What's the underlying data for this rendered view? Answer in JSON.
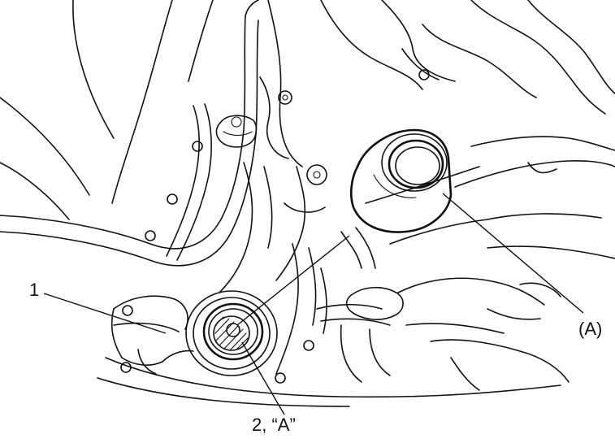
{
  "callouts": {
    "part_1": "1",
    "part_2": "2, “A”",
    "tool_a": "(A)"
  },
  "colors": {
    "line": "#111111",
    "background": "#ffffff"
  }
}
